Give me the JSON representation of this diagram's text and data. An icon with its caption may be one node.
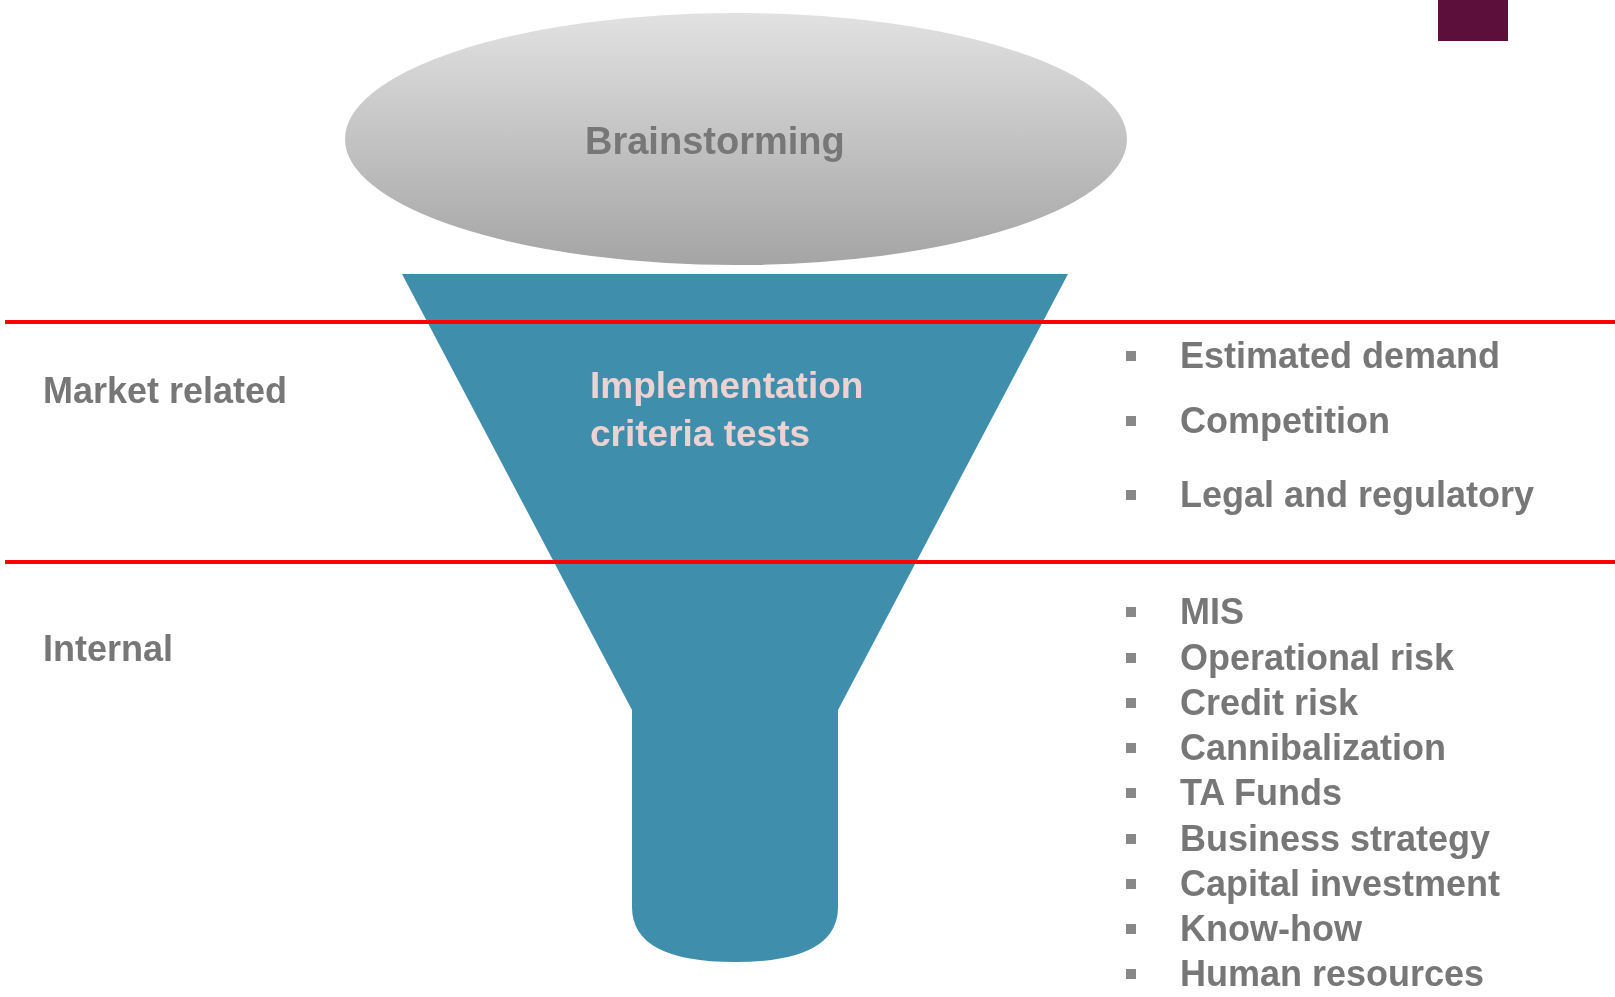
{
  "diagram": {
    "nodes": [
      {
        "text": [
          "Brainstorming"
        ]
      },
      {
        "text": [
          "Implementation criteria tests"
        ]
      }
    ],
    "edges": [],
    "labels": [
      "Market related",
      "Estimated demand",
      "Competition",
      "Legal and regulatory",
      "Internal",
      "MIS",
      "Operational risk",
      "Credit risk",
      "Cannibalization",
      "TA Funds",
      "Business strategy",
      "Capital investment",
      "Know-how",
      "Human resources"
    ]
  }
}
